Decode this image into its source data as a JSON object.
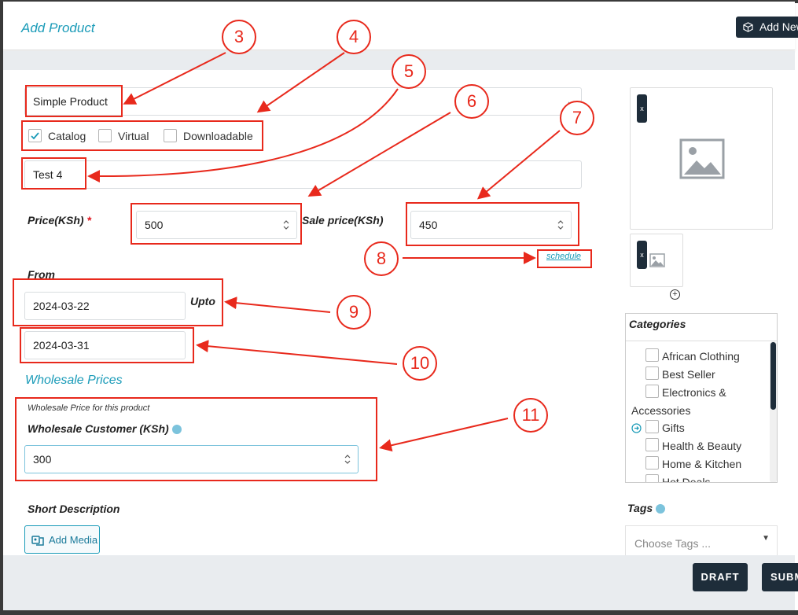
{
  "header": {
    "title": "Add Product",
    "add_new_label": "Add New"
  },
  "product_type": {
    "value": "Simple Product"
  },
  "options": {
    "catalog": {
      "label": "Catalog",
      "checked": true
    },
    "virtual": {
      "label": "Virtual",
      "checked": false
    },
    "downloadable": {
      "label": "Downloadable",
      "checked": false
    }
  },
  "product_name": {
    "value": "Test 4"
  },
  "price": {
    "label": "Price(KSh)",
    "required_mark": "*",
    "value": "500"
  },
  "sale_price": {
    "label": "Sale price(KSh)",
    "value": "450"
  },
  "schedule_link": "schedule",
  "from": {
    "label": "From",
    "value": "2024-03-22"
  },
  "upto": {
    "label": "Upto",
    "value": "2024-03-31"
  },
  "wholesale": {
    "section_title": "Wholesale Prices",
    "hint": "Wholesale Price for this product",
    "customer_label": "Wholesale Customer (KSh)",
    "value": "300"
  },
  "short_description": {
    "label": "Short Description",
    "add_media_label": "Add Media"
  },
  "images": {
    "remove_label": "x",
    "add_label": "+"
  },
  "categories": {
    "title": "Categories",
    "items": [
      {
        "label": "African Clothing"
      },
      {
        "label": "Best Seller"
      },
      {
        "label": "Electronics &"
      },
      {
        "label": "Accessories"
      },
      {
        "label": "Gifts"
      },
      {
        "label": "Health & Beauty"
      },
      {
        "label": "Home & Kitchen"
      },
      {
        "label": "Hot Deals"
      }
    ]
  },
  "tags": {
    "label": "Tags",
    "placeholder": "Choose Tags ..."
  },
  "footer": {
    "draft_label": "DRAFT",
    "submit_label": "SUBMIT"
  },
  "annotations": [
    "3",
    "4",
    "5",
    "6",
    "7",
    "8",
    "9",
    "10",
    "11"
  ],
  "colors": {
    "accent": "#1a9bb8",
    "dark": "#1e2d3a",
    "annotation": "#e8291c",
    "required": "#e0151f"
  }
}
